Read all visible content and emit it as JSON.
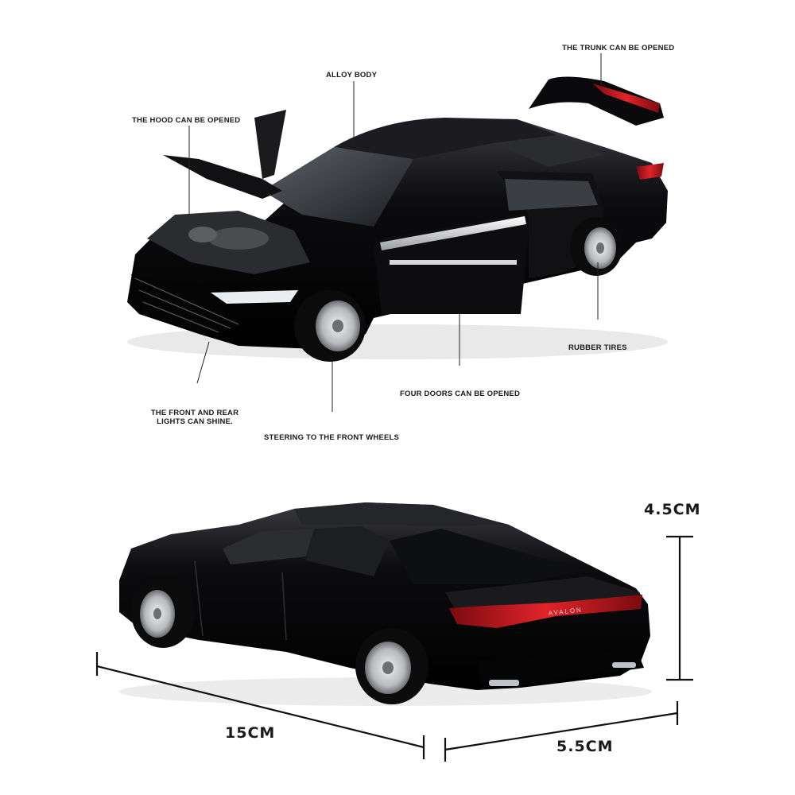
{
  "callouts": {
    "trunk": "THE TRUNK CAN BE OPENED",
    "alloy": "ALLOY BODY",
    "hood": "THE HOOD CAN BE OPENED",
    "tires": "RUBBER TIRES",
    "doors": "FOUR DOORS CAN BE OPENED",
    "lights_line1": "THE FRONT AND REAR",
    "lights_line2": "LIGHTS CAN SHINE.",
    "steering": "STEERING TO THE FRONT WHEELS"
  },
  "dimensions": {
    "height": "4.5CM",
    "length": "15CM",
    "width": "5.5CM"
  },
  "car": {
    "brand_badge": "AVALON",
    "body_color": "#0a0a0c",
    "taillight_color": "#c4161c"
  }
}
